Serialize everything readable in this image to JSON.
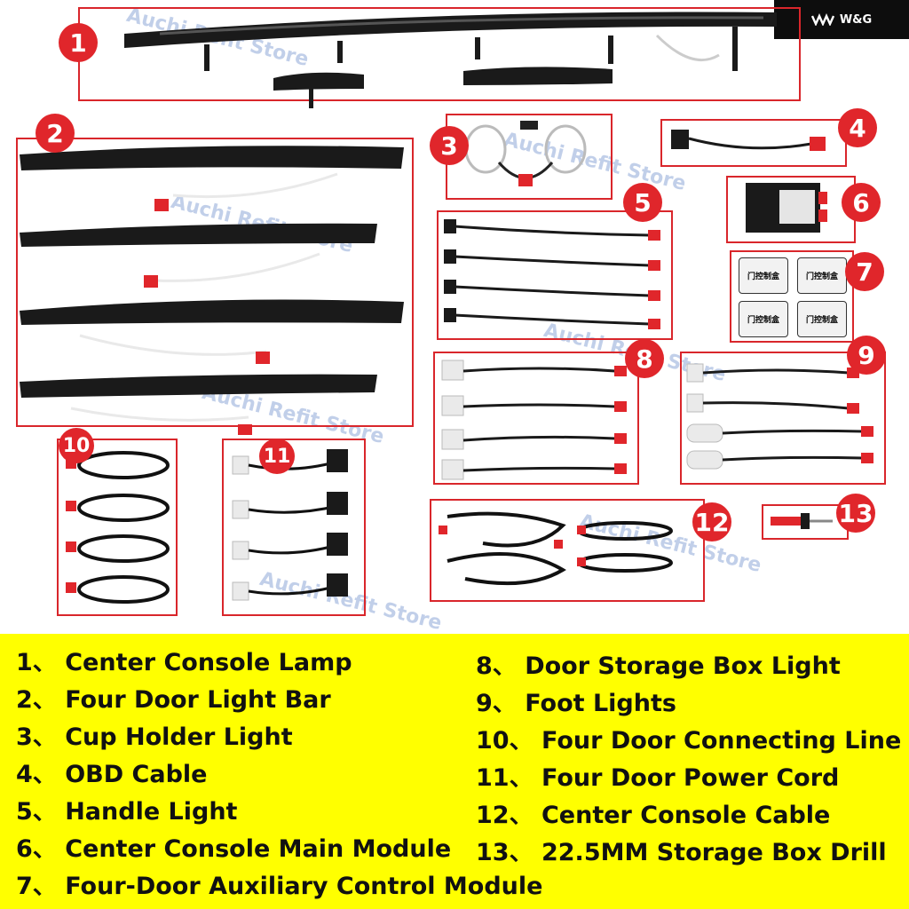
{
  "brand": {
    "logo_icon": "crown-icon",
    "text": "W&G"
  },
  "watermark": "Auchi Refit Store",
  "badges": [
    "1",
    "2",
    "3",
    "4",
    "5",
    "6",
    "7",
    "8",
    "9",
    "10",
    "11",
    "12",
    "13"
  ],
  "module_label": "门控制盒",
  "legend": [
    {
      "num": "1、",
      "label": "Center Console Lamp"
    },
    {
      "num": "2、",
      "label": "Four Door Light Bar"
    },
    {
      "num": "3、",
      "label": "Cup Holder Light"
    },
    {
      "num": "4、",
      "label": "OBD Cable"
    },
    {
      "num": "5、",
      "label": "Handle Light"
    },
    {
      "num": "6、",
      "label": "Center Console Main Module"
    },
    {
      "num": "7、",
      "label": "Four-Door Auxiliary Control Module"
    },
    {
      "num": "8、",
      "label": "Door Storage Box Light"
    },
    {
      "num": "9、",
      "label": "Foot Lights"
    },
    {
      "num": "10、",
      "label": "Four Door Connecting Line"
    },
    {
      "num": "11、",
      "label": "Four Door Power Cord"
    },
    {
      "num": "12、",
      "label": "Center Console Cable"
    },
    {
      "num": "13、",
      "label": "22.5MM Storage Box Drill"
    }
  ],
  "colors": {
    "accent": "#d9262b",
    "legend_bg": "#ffff00",
    "part": "#1a1a1a",
    "connector": "#e0262b"
  }
}
